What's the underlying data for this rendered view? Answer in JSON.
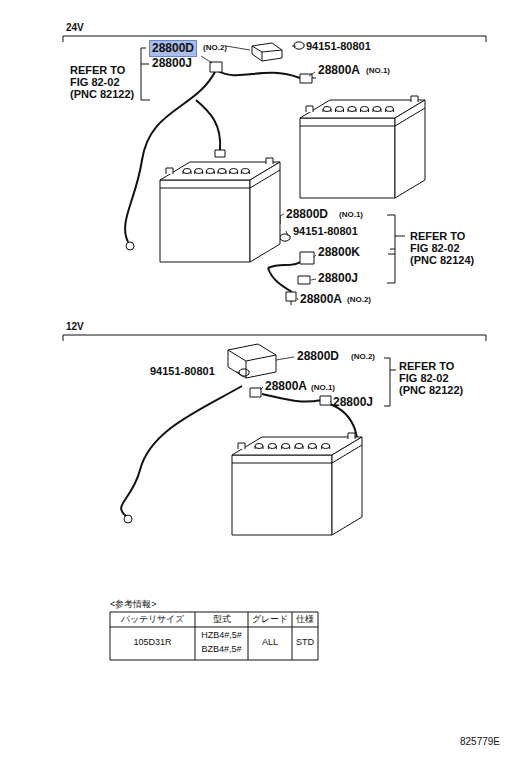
{
  "diagram": {
    "labels": [
      "24V",
      "28800D",
      "(NO.2)",
      "28800J",
      "94151-80801",
      "28800A",
      "(NO.1)",
      "REFER TO FIG 82-02 (PNC 82122)",
      "28800D",
      "(NO.1)",
      "94151-80801",
      "28800K",
      "28800J",
      "28800A",
      "(NO.2)",
      "REFER TO FIG 82-02 (PNC 82124)",
      "12V",
      "28800D",
      "(NO.2)",
      "94151-80801",
      "28800A",
      "(NO.1)",
      "28800J",
      "REFER TO FIG 82-02 (PNC 82122)",
      "<参考情報>",
      "バッテリサイズ",
      "型式",
      "グレード",
      "仕様",
      "105D31R",
      "HZB4#,5#",
      "BZB4#,5#",
      "ALL",
      "STD",
      "825779E"
    ]
  }
}
